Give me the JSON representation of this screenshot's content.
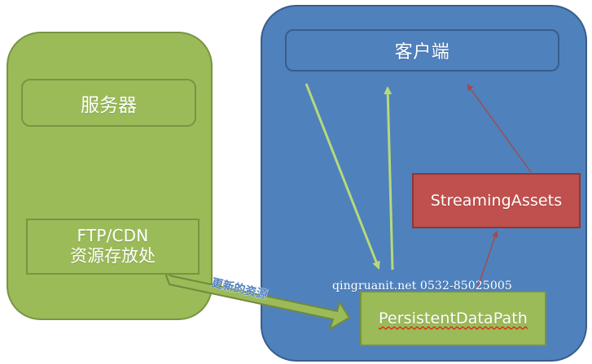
{
  "labels": {
    "server": "服务器",
    "storage_line_1": "FTP/CDN",
    "storage_line_2": "资源存放处",
    "client": "客户端",
    "streaming_assets": "StreamingAssets",
    "persistent_data_path": "PersistentDataPath",
    "update_resources": "更新的资源",
    "watermark": "qingruanit.net 0532-85025005"
  },
  "colors": {
    "server_fill": "#9bbb59",
    "server_border": "#789441",
    "client_fill": "#4f81bd",
    "client_border": "#385d8a",
    "streaming_fill": "#c0504d",
    "streaming_border": "#8c3836",
    "arrow_green": "#b7d97a",
    "arrow_red": "#a34a4a"
  }
}
